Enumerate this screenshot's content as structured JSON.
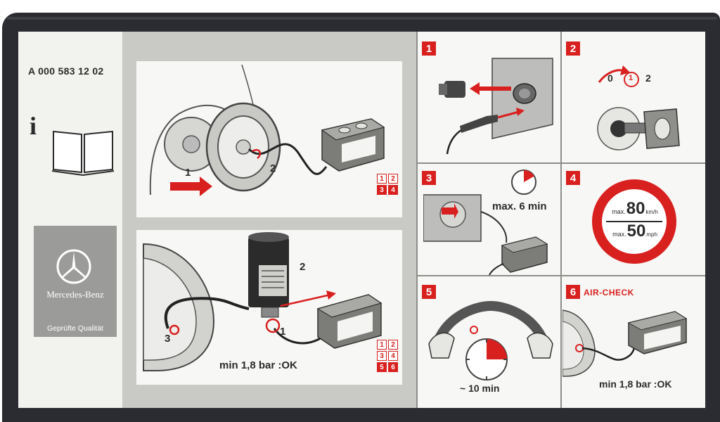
{
  "part_number": "A 000 583 12 02",
  "info_icon_letter": "i",
  "brand": {
    "name": "Mercedes-Benz",
    "tagline": "Geprüfte Qualität"
  },
  "panel_a": {
    "callout_1": "1",
    "callout_2": "2",
    "sequence": [
      "1",
      "2",
      "3",
      "4"
    ]
  },
  "panel_b": {
    "callout_1": "1",
    "callout_2": "2",
    "callout_3": "3",
    "pressure": "min 1,8 bar :",
    "ok": "OK",
    "sequence": [
      "1",
      "2",
      "3",
      "4",
      "5",
      "6"
    ]
  },
  "steps": [
    {
      "number": "1"
    },
    {
      "number": "2",
      "dial": [
        "0",
        "1",
        "2"
      ]
    },
    {
      "number": "3",
      "time": "max. 6 min"
    },
    {
      "number": "4",
      "max_label": "max.",
      "speed_kmh": "80",
      "unit_kmh": "km/h",
      "speed_mph": "50",
      "unit_mph": "mph"
    },
    {
      "number": "5",
      "time": "~ 10 min"
    },
    {
      "number": "6",
      "title": "AIR-CHECK",
      "pressure": "min 1,8 bar :",
      "ok": "OK"
    }
  ],
  "colors": {
    "accent_red": "#d8201f",
    "card_dark": "#2a2c31",
    "label_bg": "#efefec",
    "middle_grey": "#c9cac6",
    "ink": "#2b2b2b"
  }
}
